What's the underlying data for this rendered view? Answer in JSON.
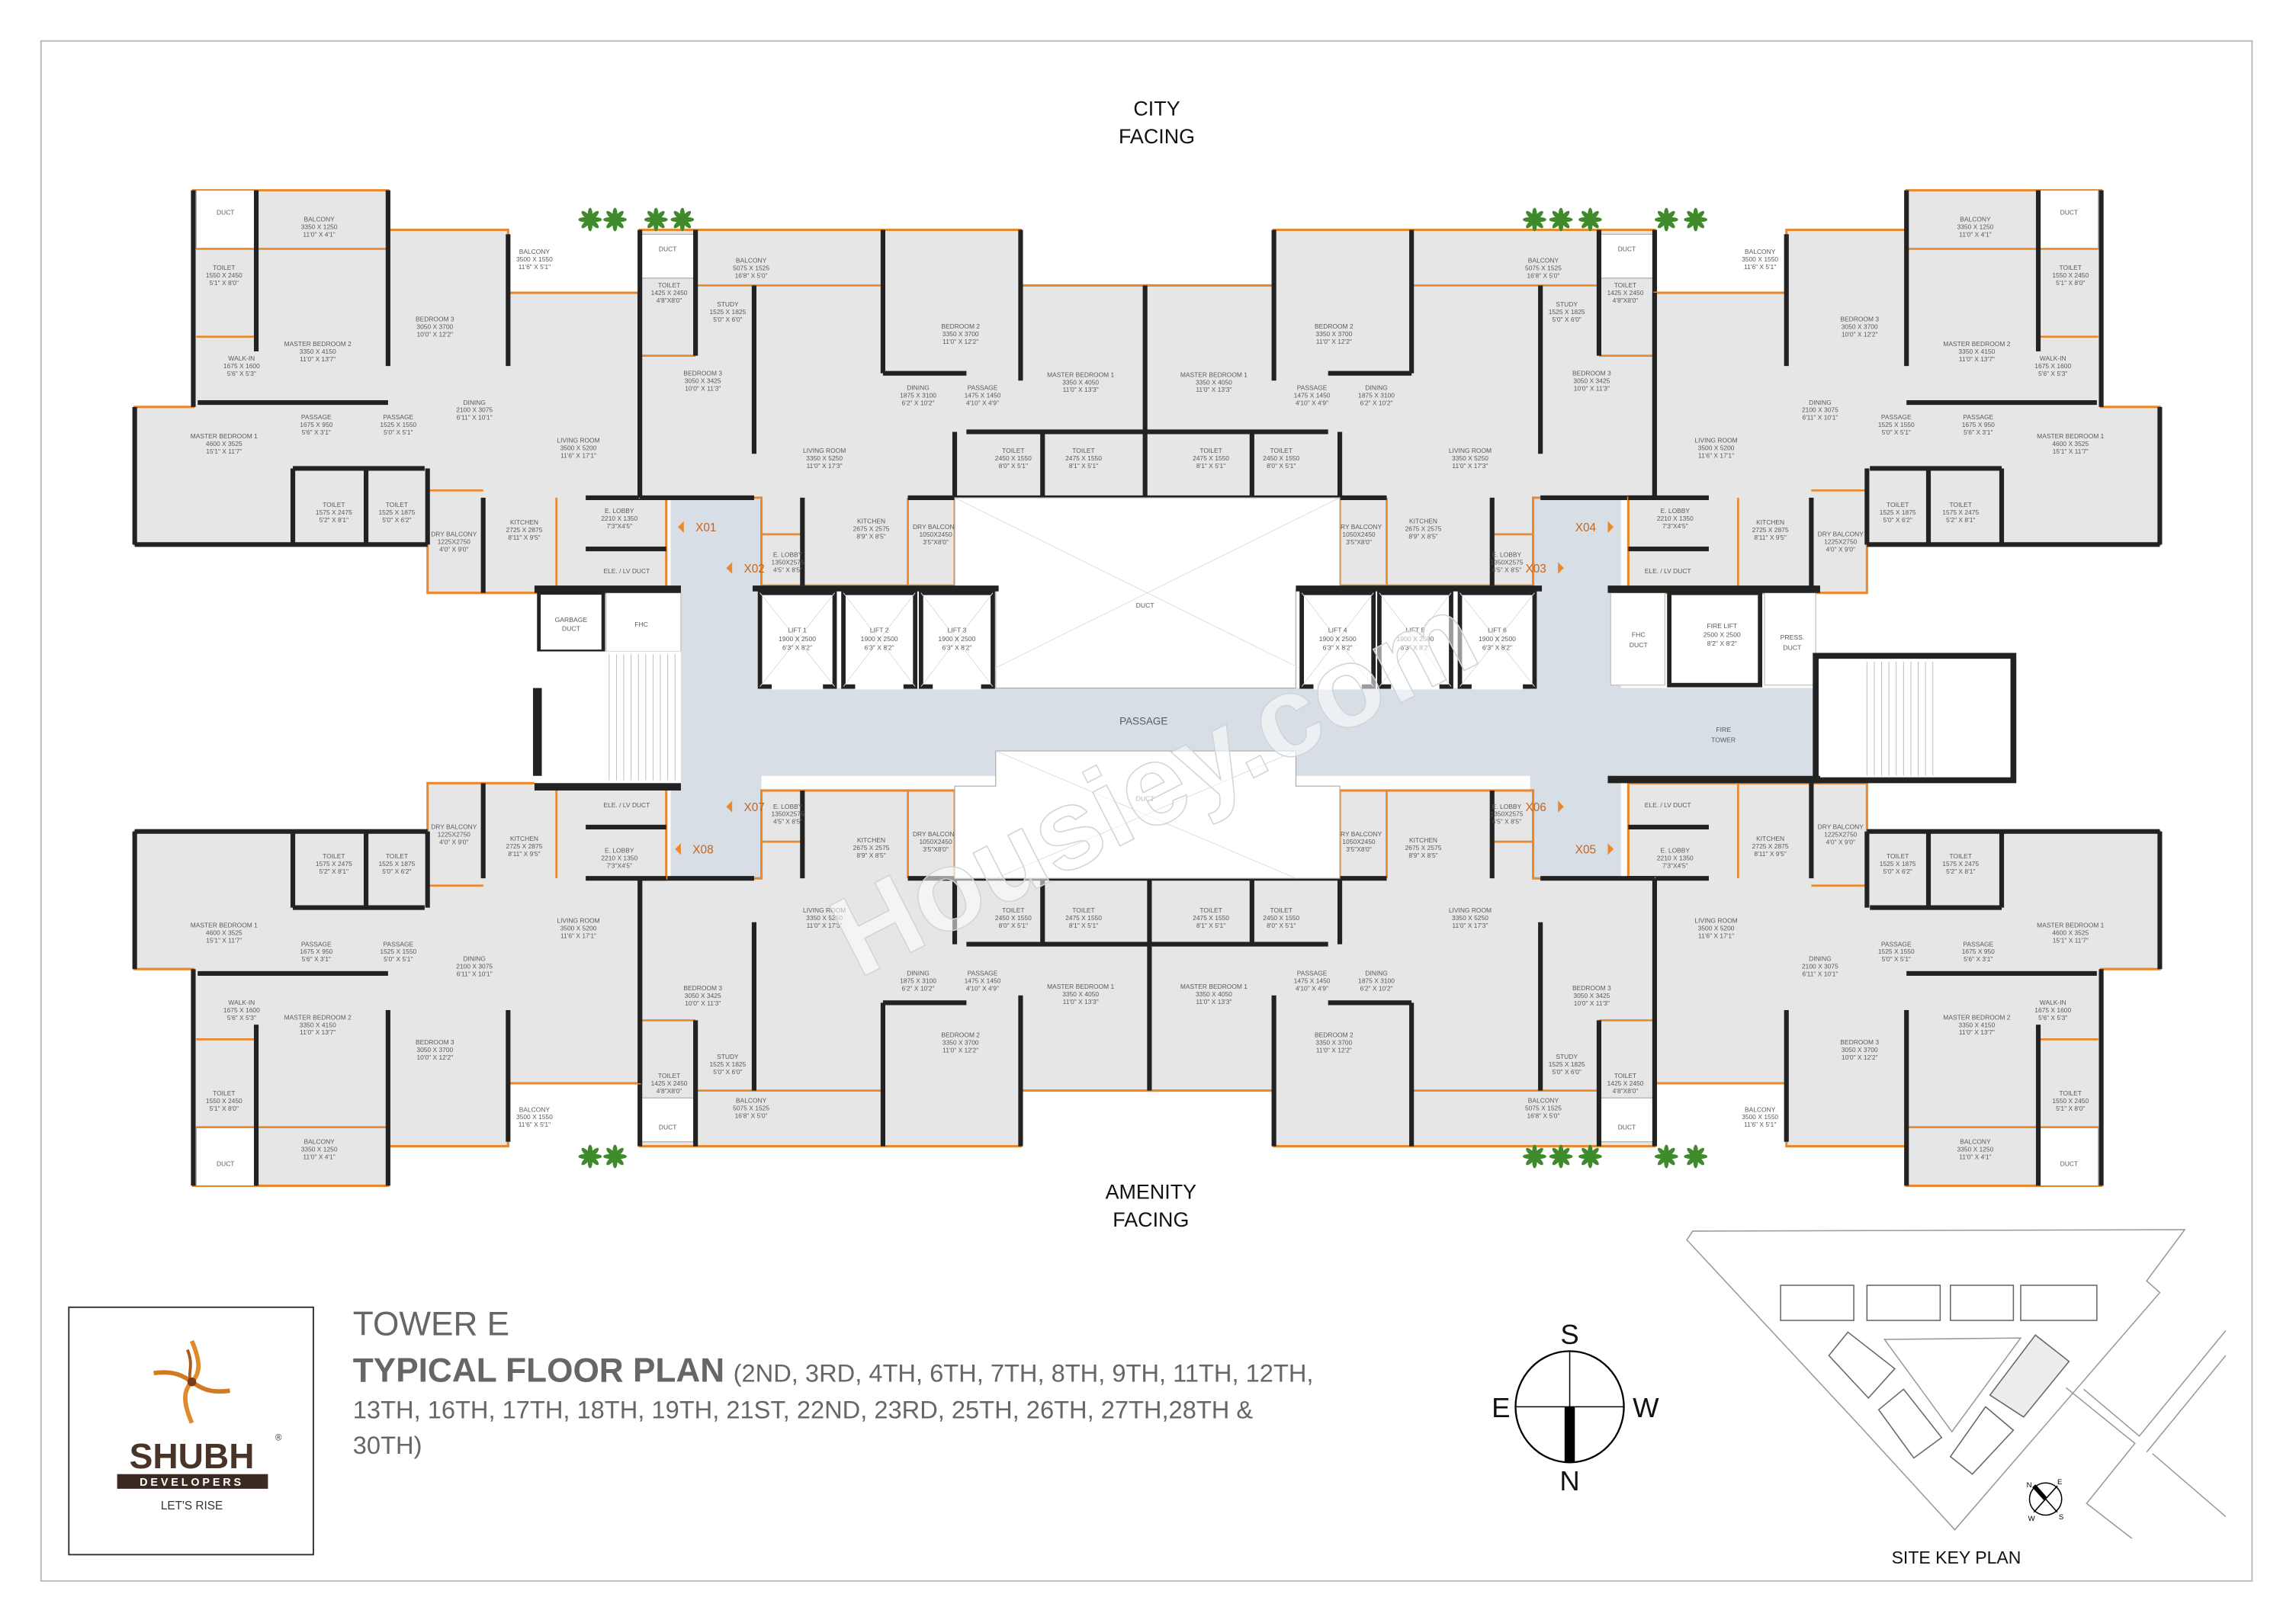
{
  "facing": {
    "top": [
      "CITY",
      "FACING"
    ],
    "bottom": [
      "AMENITY",
      "FACING"
    ]
  },
  "colors": {
    "unit_outline": "#e8892e",
    "wall": "#222222",
    "unit_fill": "#e6e6e6",
    "passage_fill": "#d8dee5",
    "planting": "#3f8a2a",
    "brand_brown": "#4a3329",
    "brand_orange": "#e08a2c"
  },
  "unit_types": {
    "corner": [
      {
        "name": "DUCT"
      },
      {
        "name": "BALCONY",
        "mm": "3350 X 1250",
        "ft": "11'0\" X 4'1\""
      },
      {
        "name": "TOILET",
        "mm": "1550 X 2450",
        "ft": "5'1\" X 8'0\""
      },
      {
        "name": "WALK-IN",
        "mm": "1675 X 1600",
        "ft": "5'6\" X 5'3\""
      },
      {
        "name": "MASTER BEDROOM 2",
        "mm": "3350 X 4150",
        "ft": "11'0\" X 13'7\""
      },
      {
        "name": "BEDROOM 3",
        "mm": "3050 X 3700",
        "ft": "10'0\" X 12'2\""
      },
      {
        "name": "BALCONY",
        "mm": "3500 X 1550",
        "ft": "11'6\" X 5'1\""
      },
      {
        "name": "DINING",
        "mm": "2100 X 3075",
        "ft": "6'11\" X 10'1\""
      },
      {
        "name": "LIVING ROOM",
        "mm": "3500 X 5200",
        "ft": "11'6\" X 17'1\""
      },
      {
        "name": "MASTER BEDROOM 1",
        "mm": "4600 X 3525",
        "ft": "15'1\" X 11'7\""
      },
      {
        "name": "PASSAGE",
        "mm": "1675 X 950",
        "ft": "5'6\" X 3'1\""
      },
      {
        "name": "PASSAGE",
        "mm": "1525 X 1550",
        "ft": "5'0\" X 5'1\""
      },
      {
        "name": "TOILET",
        "mm": "1575 X 2475",
        "ft": "5'2\" X 8'1\""
      },
      {
        "name": "TOILET",
        "mm": "1525 X 1875",
        "ft": "5'0\" X 6'2\""
      },
      {
        "name": "DRY BALCONY",
        "mm": "1225X2750",
        "ft": "4'0\" X 9'0\""
      },
      {
        "name": "KITCHEN",
        "mm": "2725 X 2875",
        "ft": "8'11\" X 9'5\""
      },
      {
        "name": "E. LOBBY",
        "mm": "2210 X 1350",
        "ft": "7'3\"X4'5\""
      },
      {
        "name": "ELE. / LV DUCT"
      }
    ],
    "inner": [
      {
        "name": "DUCT"
      },
      {
        "name": "BALCONY",
        "mm": "5075 X 1525",
        "ft": "16'8\" X 5'0\""
      },
      {
        "name": "TOILET",
        "mm": "1425 X 2450",
        "ft": "4'8\"X8'0\""
      },
      {
        "name": "STUDY",
        "mm": "1525 X 1825",
        "ft": "5'0\" X 6'0\""
      },
      {
        "name": "BEDROOM 3",
        "mm": "3050 X 3425",
        "ft": "10'0\" X 11'3\""
      },
      {
        "name": "LIVING ROOM",
        "mm": "3350 X 5250",
        "ft": "11'0\" X 17'3\""
      },
      {
        "name": "BEDROOM 2",
        "mm": "3350 X 3700",
        "ft": "11'0\" X 12'2\""
      },
      {
        "name": "DINING",
        "mm": "1875 X 3100",
        "ft": "6'2\" X 10'2\""
      },
      {
        "name": "PASSAGE",
        "mm": "1475 X 1450",
        "ft": "4'10\" X 4'9\""
      },
      {
        "name": "MASTER BEDROOM 1",
        "mm": "3350 X 4050",
        "ft": "11'0\" X 13'3\""
      },
      {
        "name": "TOILET",
        "mm": "2450 X 1550",
        "ft": "8'0\" X 5'1\""
      },
      {
        "name": "TOILET",
        "mm": "2475 X 1550",
        "ft": "8'1\" X 5'1\""
      },
      {
        "name": "KITCHEN",
        "mm": "2675 X 2575",
        "ft": "8'9\" X 8'5\""
      },
      {
        "name": "DRY BALCONY",
        "mm": "1050X2450",
        "ft": "3'5\"X8'0\""
      },
      {
        "name": "E. LOBBY",
        "mm": "1350X2575",
        "ft": "4'5\" X 8'5\""
      }
    ]
  },
  "units": [
    {
      "id": "X01",
      "type": "corner"
    },
    {
      "id": "X02",
      "type": "inner"
    },
    {
      "id": "X03",
      "type": "inner"
    },
    {
      "id": "X04",
      "type": "corner"
    },
    {
      "id": "X05",
      "type": "corner"
    },
    {
      "id": "X06",
      "type": "inner"
    },
    {
      "id": "X07",
      "type": "inner"
    },
    {
      "id": "X08",
      "type": "corner"
    }
  ],
  "core": {
    "lifts": [
      {
        "name": "LIFT 1",
        "mm": "1900 X 2500",
        "ft": "6'3\" X 8'2\""
      },
      {
        "name": "LIFT 2",
        "mm": "1900 X 2500",
        "ft": "6'3\" X 8'2\""
      },
      {
        "name": "LIFT 3",
        "mm": "1900 X 2500",
        "ft": "6'3\" X 8'2\""
      },
      {
        "name": "LIFT 4",
        "mm": "1900 X 2500",
        "ft": "6'3\" X 8'2\""
      },
      {
        "name": "LIFT 5",
        "mm": "1900 X 2500",
        "ft": "6'3\" X 8'2\""
      },
      {
        "name": "LIFT 6",
        "mm": "1900 X 2500",
        "ft": "6'3\" X 8'2\""
      }
    ],
    "duct": "DUCT",
    "passage": "PASSAGE",
    "garbage_duct": [
      "GARBAGE",
      "DUCT"
    ],
    "fhc": "FHC",
    "fhc_duct": [
      "FHC",
      "DUCT"
    ],
    "fire_lift": {
      "name": "FIRE LIFT",
      "mm": "2500 X 2500",
      "ft": "8'2\" X 8'2\""
    },
    "press_duct": [
      "PRESS.",
      "DUCT"
    ],
    "fire_tower": [
      "FIRE",
      "TOWER"
    ]
  },
  "title_block": {
    "tower": "TOWER E",
    "plan_title": "TYPICAL FLOOR PLAN",
    "floors_lines": [
      "(2ND, 3RD, 4TH, 6TH, 7TH, 8TH, 9TH, 11TH, 12TH,",
      "13TH, 16TH, 17TH, 18TH, 19TH, 21ST, 22ND, 23RD, 25TH, 26TH, 27TH,28TH &",
      "30TH)"
    ]
  },
  "logo": {
    "brand": "SHUBH",
    "sub": "DEVELOPERS",
    "tagline": "LET'S RISE",
    "registered": "®"
  },
  "compass": {
    "top": "S",
    "bottom": "N",
    "left": "E",
    "right": "W"
  },
  "key_plan": {
    "label": "SITE KEY PLAN",
    "mini_compass": {
      "n": "N",
      "e": "E",
      "s": "S",
      "w": "W"
    }
  },
  "watermark": "Housiey.com"
}
